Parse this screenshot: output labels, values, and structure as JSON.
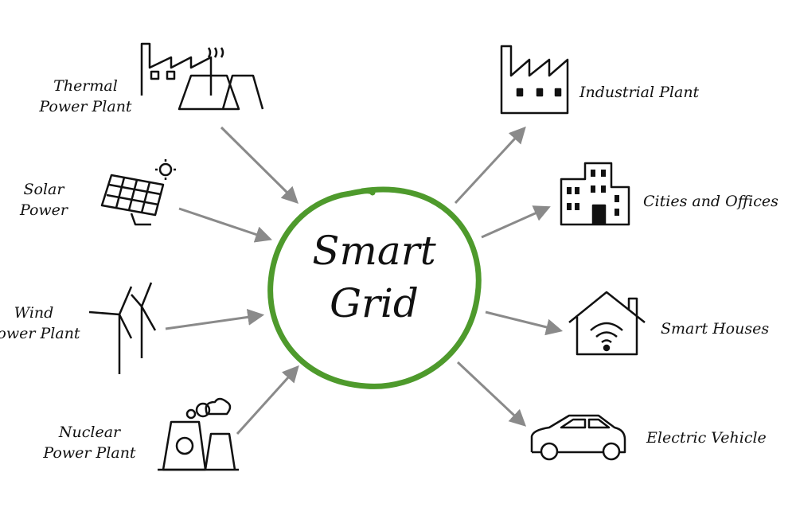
{
  "center": {
    "line1": "Smart",
    "line2": "Grid"
  },
  "sources": [
    {
      "label1": "Thermal",
      "label2": "Power Plant",
      "icon": "thermal-plant-icon"
    },
    {
      "label1": "Solar",
      "label2": "Power",
      "icon": "solar-panel-icon"
    },
    {
      "label1": "Wind",
      "label2": "Power Plant",
      "icon": "wind-turbine-icon"
    },
    {
      "label1": "Nuclear",
      "label2": "Power Plant",
      "icon": "nuclear-plant-icon"
    }
  ],
  "consumers": [
    {
      "label": "Industrial Plant",
      "icon": "factory-icon"
    },
    {
      "label": "Cities and Offices",
      "icon": "building-icon"
    },
    {
      "label": "Smart Houses",
      "icon": "smart-house-icon"
    },
    {
      "label": "Electric Vehicle",
      "icon": "car-icon"
    }
  ],
  "colors": {
    "ring": "#4e9a2c",
    "arrow": "#8a8a8a",
    "ink": "#111111"
  }
}
